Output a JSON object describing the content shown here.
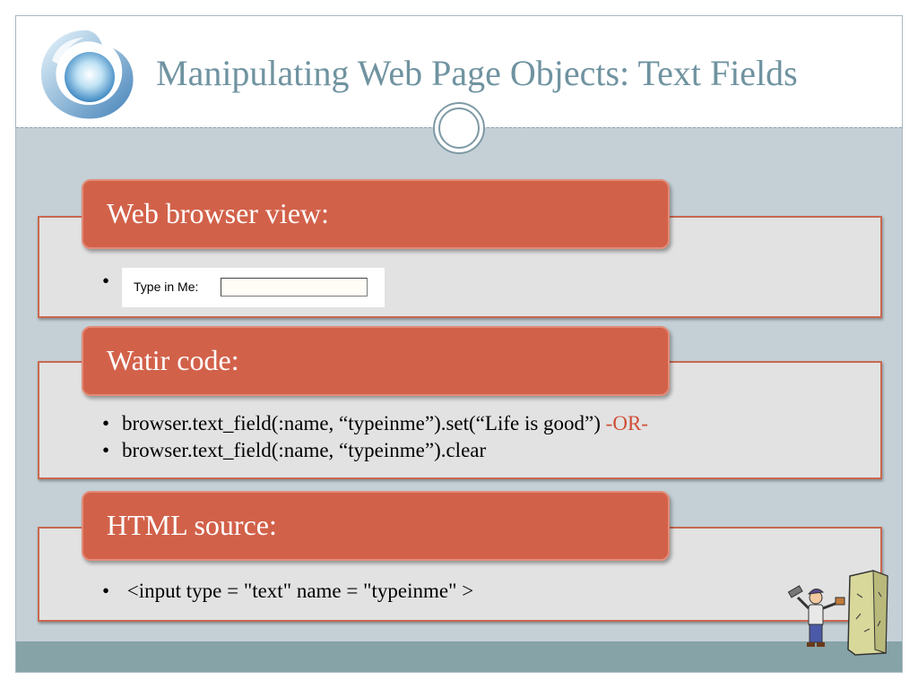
{
  "slide": {
    "title": "Manipulating Web Page Objects: Text Fields"
  },
  "sections": [
    {
      "header": "Web browser view:",
      "bullet": "•",
      "widget": {
        "label": "Type in Me:",
        "value": ""
      }
    },
    {
      "header": "Watir code:",
      "bullet": "•",
      "lines": [
        {
          "text": "browser.text_field(:name, “typeinme”).set(“Life is good”) ",
          "suffix": "-OR-"
        },
        {
          "text": "browser.text_field(:name, “typeinme”).clear"
        }
      ]
    },
    {
      "header": "HTML source:",
      "bullet": "•",
      "lines": [
        {
          "text": " <input type = \"text\" name = \"typeinme\" >"
        }
      ]
    }
  ],
  "colors": {
    "accent": "#d2614a",
    "title": "#6f93a0",
    "background": "#c5d0d6",
    "footer": "#86a3a8"
  },
  "icons": {
    "logo": "swirl-sphere-logo",
    "clipart": "stonemason-clipart"
  }
}
